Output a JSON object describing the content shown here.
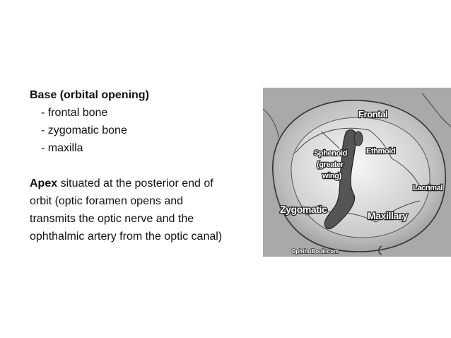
{
  "base": {
    "heading": "Base (orbital opening)",
    "items": [
      "- frontal bone",
      "- zygomatic bone",
      "- maxilla"
    ]
  },
  "apex": {
    "term": "Apex",
    "lines": [
      " situated at the posterior end of",
      "orbit (optic foramen opens and",
      "transmits the optic nerve and the",
      "ophthalmic artery from the optic canal)"
    ]
  },
  "figure": {
    "labels": {
      "frontal": "Frontal",
      "sphenoid_1": "Sphenoid",
      "sphenoid_2": "(greater",
      "sphenoid_3": "wing)",
      "ethmoid": "Ethmoid",
      "lacrimal": "Lacrimal",
      "zygomatic": "Zygomatic",
      "maxillary": "Maxillary"
    },
    "watermark": "OphthoBook.com"
  }
}
